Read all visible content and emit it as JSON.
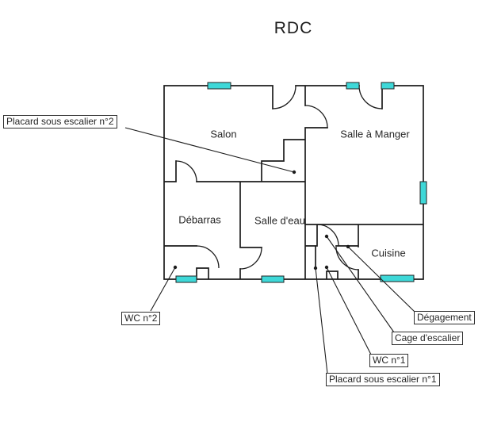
{
  "title": "RDC",
  "rooms": {
    "salon": {
      "label": "Salon"
    },
    "salle_a_manger": {
      "label": "Salle à Manger"
    },
    "debarras": {
      "label": "Débarras"
    },
    "salle_deau": {
      "label": "Salle d'eau"
    },
    "cuisine": {
      "label": "Cuisine"
    }
  },
  "callouts": {
    "placard_escalier_2": {
      "label": "Placard sous escalier n°2"
    },
    "wc_2": {
      "label": "WC n°2"
    },
    "degagement": {
      "label": "Dégagement"
    },
    "cage_escalier": {
      "label": "Cage d'escalier"
    },
    "wc_1": {
      "label": "WC n°1"
    },
    "placard_escalier_1": {
      "label": "Placard sous escalier n°1"
    }
  },
  "colors": {
    "window": "#3ed8d8",
    "wall": "#1c1c1c"
  }
}
